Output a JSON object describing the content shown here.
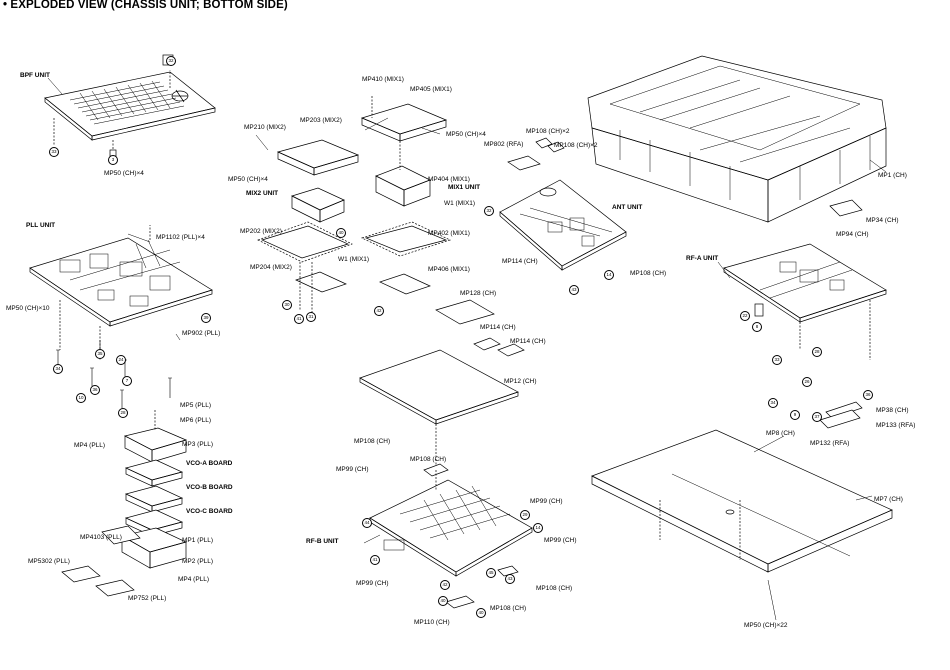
{
  "title": "• EXPLODED VIEW (CHASSIS UNIT; BOTTOM SIDE)",
  "units": {
    "bpf": "BPF UNIT",
    "pll": "PLL UNIT",
    "mix2": "MIX2 UNIT",
    "mix1": "MIX1 UNIT",
    "ant": "ANT UNIT",
    "rfa": "RF-A UNIT",
    "rfb": "RF-B UNIT",
    "vcoa": "VCO-A BOARD",
    "vcob": "VCO-B BOARD",
    "vcoc": "VCO-C BOARD"
  },
  "labels": {
    "mp50_bpf": "MP50 (CH)×4",
    "mp1102": "MP1102 (PLL)×4",
    "mp50_pll": "MP50 (CH)×10",
    "mp902": "MP902 (PLL)",
    "mp5": "MP5 (PLL)",
    "mp6": "MP6 (PLL)",
    "mp3": "MP3 (PLL)",
    "mp4a": "MP4 (PLL)",
    "mp4103": "MP4103 (PLL)",
    "mp1": "MP1 (PLL)",
    "mp2": "MP2 (PLL)",
    "mp4b": "MP4 (PLL)",
    "mp5302": "MP5302 (PLL)",
    "mp752": "MP752 (PLL)",
    "mp210": "MP210 (MIX2)",
    "mp203": "MP203 (MIX2)",
    "mp50_mix2": "MP50 (CH)×4",
    "mp202": "MP202 (MIX2)",
    "mp204": "MP204 (MIX2)",
    "w1a": "W1 (MIX1)",
    "mp410": "MP410 (MIX1)",
    "mp405": "MP405 (MIX1)",
    "mp50_mix1": "MP50 (CH)×4",
    "mp404": "MP404 (MIX1)",
    "w1b": "W1 (MIX1)",
    "mp402": "MP402 (MIX1)",
    "mp406": "MP406 (MIX1)",
    "mp128": "MP128 (CH)",
    "mp114a": "MP114 (CH)",
    "mp114b": "MP114 (CH)",
    "mp12": "MP12 (CH)",
    "mp802": "MP802 (RFA)",
    "mp108x2a": "MP108 (CH)×2",
    "mp108x2b": "MP108 (CH)×2",
    "mp114c": "MP114 (CH)",
    "mp108a": "MP108 (CH)",
    "mp1ch": "MP1 (CH)",
    "mp34": "MP34 (CH)",
    "mp94": "MP94 (CH)",
    "mp38": "MP38 (CH)",
    "mp133": "MP133 (RFA)",
    "mp132": "MP132 (RFA)",
    "mp8": "MP8 (CH)",
    "mp7": "MP7 (CH)",
    "mp50x22": "MP50 (CH)×22",
    "mp108b": "MP108 (CH)",
    "mp108c": "MP108 (CH)",
    "mp99a": "MP99 (CH)",
    "mp99b": "MP99 (CH)",
    "mp99c": "MP99 (CH)",
    "mp99d": "MP99 (CH)",
    "mp108d": "MP108 (CH)",
    "mp108e": "MP108 (CH)",
    "mp110": "MP110 (CH)"
  },
  "callouts": [
    "32",
    "33",
    "3",
    "39",
    "35",
    "34",
    "24",
    "7",
    "10",
    "36",
    "28",
    "30",
    "41",
    "31",
    "42",
    "40",
    "32",
    "43",
    "14",
    "22",
    "8",
    "33",
    "28",
    "26",
    "34",
    "37",
    "9",
    "36",
    "44",
    "29",
    "14",
    "41",
    "43",
    "42",
    "40",
    "40",
    "45"
  ]
}
